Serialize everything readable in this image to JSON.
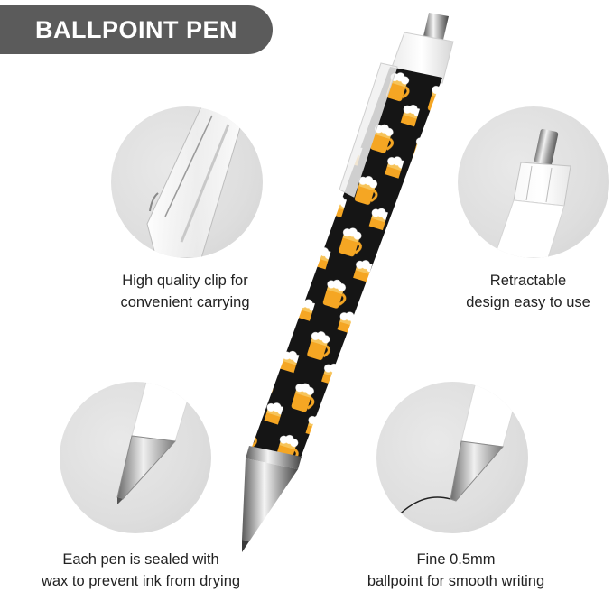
{
  "title": "BALLPOINT PEN",
  "features": [
    {
      "name": "clip",
      "lines": [
        "High quality clip for",
        "convenient carrying"
      ]
    },
    {
      "name": "retractable",
      "lines": [
        "Retractable",
        "design easy to use"
      ]
    },
    {
      "name": "sealed",
      "lines": [
        "Each pen is sealed with",
        "wax to prevent ink from drying"
      ]
    },
    {
      "name": "ballpoint",
      "lines": [
        "Fine 0.5mm",
        "ballpoint for smooth writing"
      ]
    }
  ],
  "colors": {
    "badge": "#5b5b5b",
    "badge_text": "#ffffff",
    "barrel": "#151515",
    "beer": "#f5a623",
    "circle": "#e2e2e2"
  },
  "icons": [
    "beer-mug-icon"
  ]
}
